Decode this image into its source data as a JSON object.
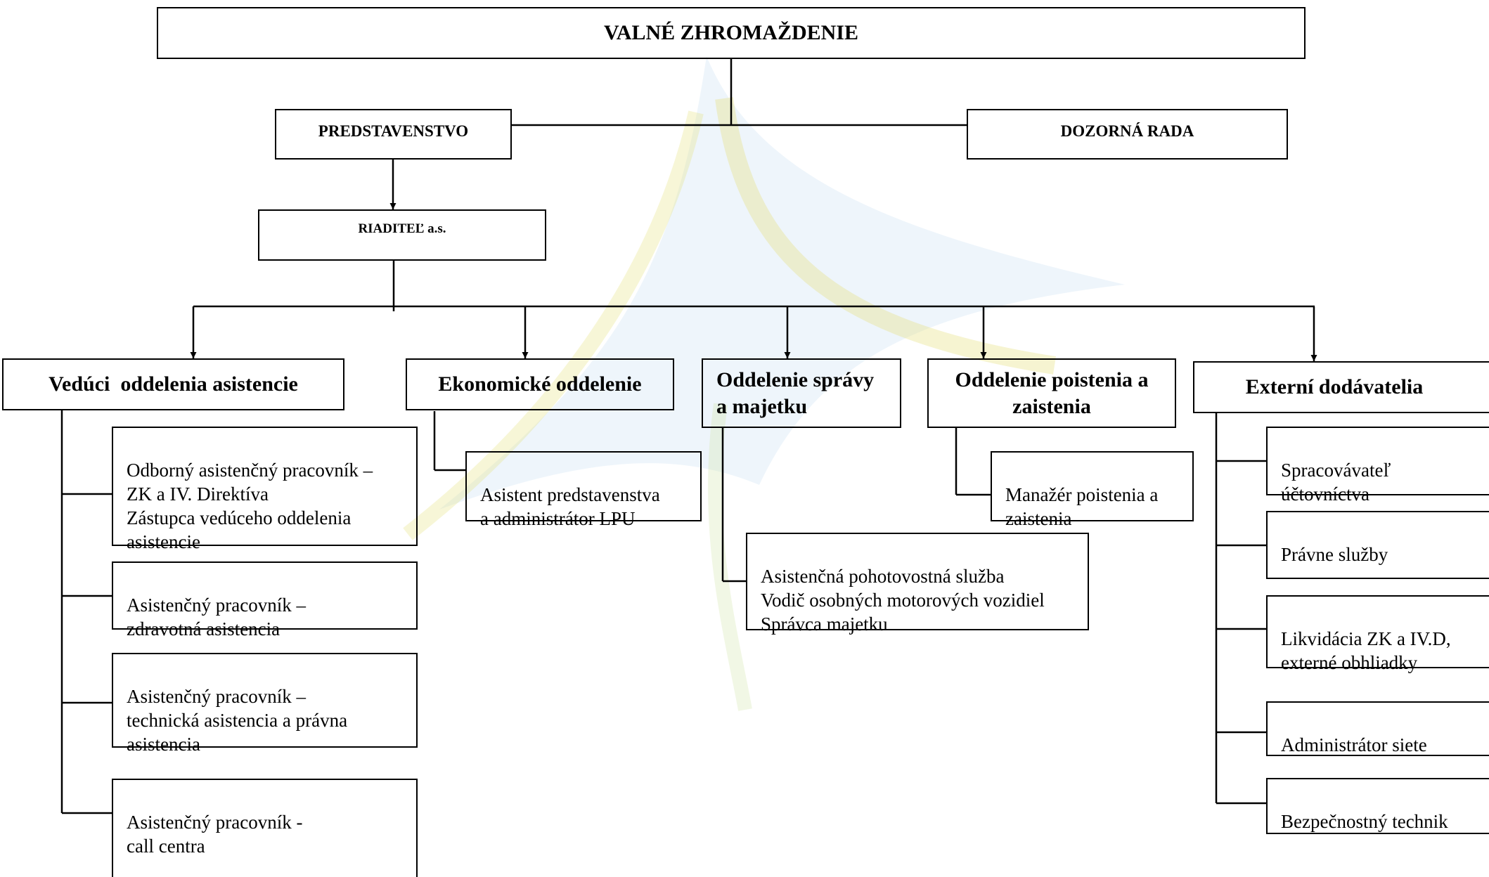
{
  "organization": {
    "general_assembly": "VALNÉ ZHROMAŽDENIE",
    "board_of_directors": "PREDSTAVENSTVO",
    "supervisory_board": "DOZORNÁ RADA",
    "director": "RIADITEĽ a.s."
  },
  "departments": [
    {
      "name": "Vedúci  oddelenia asistencie",
      "roles": [
        "Odborný asistenčný pracovník –\nZK a IV. Direktíva\nZástupca vedúceho oddelenia\nasistencie",
        "Asistenčný pracovník –\nzdravotná asistencia",
        "Asistenčný pracovník –\ntechnická asistencia a právna\nasistencia",
        "Asistenčný pracovník -\ncall centra"
      ]
    },
    {
      "name": "Ekonomické oddelenie",
      "roles": [
        "Asistent predstavenstva\na administrátor LPU"
      ]
    },
    {
      "name": "Oddelenie správy\na majetku",
      "roles": [
        "Asistenčná pohotovostná služba\nVodič osobných motorových vozidiel\nSprávca majetku"
      ]
    },
    {
      "name": "Oddelenie poistenia a\nzaistenia",
      "roles": [
        "Manažér poistenia a\nzaistenia"
      ]
    },
    {
      "name": "Externí dodávatelia",
      "roles": [
        "Spracovávateľ\núčtovníctva",
        "Právne služby",
        "Likvidácia ZK a IV.D,\nexterné obhliadky",
        "Administrátor siete",
        "Bezpečnostný technik"
      ]
    }
  ],
  "colors": {
    "line": "#000000",
    "watermark_blue": "#5aa0d8",
    "watermark_yellow": "#e6e07a"
  }
}
